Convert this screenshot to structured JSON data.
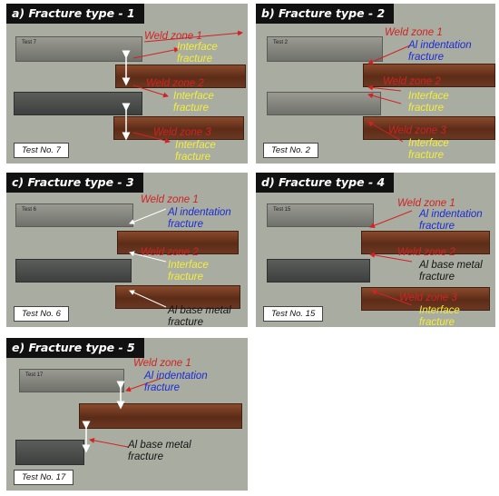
{
  "panels": [
    {
      "tag": "a) Fracture type - 1",
      "test": "Test No.  7",
      "stamp": "Test 7",
      "labels": {
        "wz1": "Weld zone 1",
        "if1a": "Interface",
        "if1b": "fracture",
        "wz2": "Weld zone 2",
        "if2a": "Interface",
        "if2b": "fracture",
        "wz3": "Weld zone 3",
        "if3a": "Interface",
        "if3b": "fracture"
      }
    },
    {
      "tag": "b) Fracture type - 2",
      "test": "Test No.  2",
      "stamp": "Test 2",
      "labels": {
        "wz1": "Weld zone 1",
        "al1a": "Al indentation",
        "al1b": "fracture",
        "wz2": "Weld zone 2",
        "if2a": "Interface",
        "if2b": "fracture",
        "wz3": "Weld zone 3",
        "if3a": "Interface",
        "if3b": "fracture"
      }
    },
    {
      "tag": "c) Fracture type - 3",
      "test": "Test No.  6",
      "stamp": "Test 6",
      "labels": {
        "wz1": "Weld zone 1",
        "al1a": "Al indentation",
        "al1b": "fracture",
        "wz2": "Weld zone 2",
        "if2a": "Interface",
        "if2b": "fracture",
        "ab3a": "Al base metal",
        "ab3b": "fracture"
      }
    },
    {
      "tag": "d) Fracture type - 4",
      "test": "Test No. 15",
      "stamp": "Test 15",
      "labels": {
        "wz1": "Weld zone 1",
        "al1a": "Al indentation",
        "al1b": "fracture",
        "wz2": "Weld zone 2",
        "ab2a": "Al base metal",
        "ab2b": "fracture",
        "wz3": "Weld zone 3",
        "if3a": "Interface",
        "if3b": "fracture"
      }
    },
    {
      "tag": "e) Fracture type - 5",
      "test": "Test No. 17",
      "stamp": "Test 17",
      "labels": {
        "wz1": "Weld zone 1",
        "al1a": "Al indentation",
        "al1b": "fracture",
        "ab2a": "Al base metal",
        "ab2b": "fracture"
      }
    }
  ]
}
